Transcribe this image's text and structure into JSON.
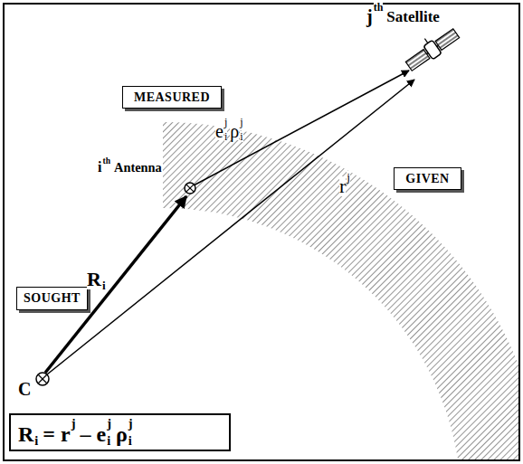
{
  "diagram": {
    "nodes": [
      {
        "text": [
          "MEASURED"
        ]
      },
      {
        "text": [
          "GIVEN"
        ]
      },
      {
        "text": [
          "SOUGHT"
        ]
      },
      {
        "text": [
          "R",
          "i",
          "= r",
          "j",
          "– e",
          "i",
          "j",
          "ρ",
          "i",
          "j"
        ]
      }
    ],
    "labels": [
      "j",
      "th",
      "Satellite",
      "e",
      "i",
      "j",
      "ρ",
      "i",
      "j",
      "r",
      "j",
      "i",
      "th",
      "Antenna",
      "R",
      "i",
      "C"
    ]
  }
}
